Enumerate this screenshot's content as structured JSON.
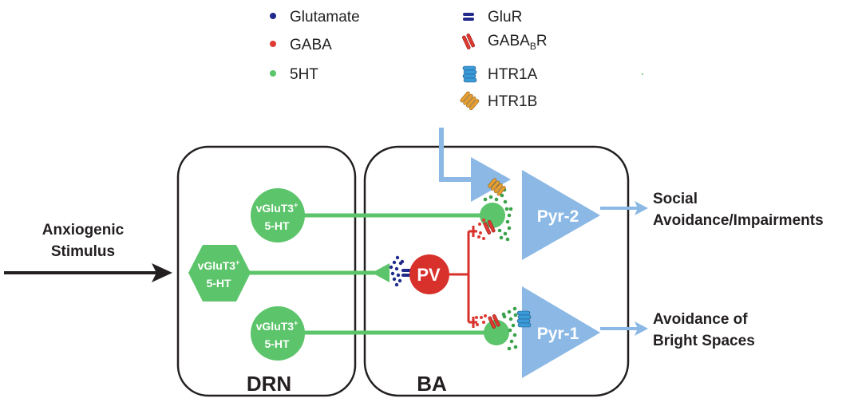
{
  "colors": {
    "glutamate": "#1f2a8a",
    "gaba": "#e03a32",
    "serotonin": "#5cc46a",
    "pyramidal": "#8bb8e4",
    "pv": "#d8302a",
    "htr1a": "#3b9ad8",
    "htr1b": "#e9a030",
    "outline": "#231f20"
  },
  "legend": {
    "ligands": [
      {
        "label": "Glutamate",
        "icon": "dot-icon",
        "color_key": "glutamate"
      },
      {
        "label": "GABA",
        "icon": "dot-icon",
        "color_key": "gaba"
      },
      {
        "label": "5HT",
        "icon": "dot-icon",
        "color_key": "serotonin"
      }
    ],
    "receptors": [
      {
        "label": "GluR",
        "icon": "glur-receptor-icon"
      },
      {
        "label": "GABA",
        "sub": "B",
        "suffix": "R",
        "icon": "gabab-receptor-icon"
      },
      {
        "label": "HTR1A",
        "icon": "htr1a-receptor-icon"
      },
      {
        "label": "HTR1B",
        "icon": "htr1b-receptor-icon"
      }
    ]
  },
  "input": {
    "line1": "Anxiogenic",
    "line2": "Stimulus"
  },
  "regions": {
    "drn": "DRN",
    "ba": "BA"
  },
  "drn_cells": [
    {
      "line1": "vGluT3",
      "sup": "+",
      "line2": "5-HT",
      "shape": "circle"
    },
    {
      "line1": "vGluT3",
      "sup": "+",
      "line2": "5-HT",
      "shape": "hexagon"
    },
    {
      "line1": "vGluT3",
      "sup": "+",
      "line2": "5-HT",
      "shape": "circle"
    }
  ],
  "ba_cells": {
    "pv": "PV",
    "pyr2": "Pyr-2",
    "pyr1": "Pyr-1"
  },
  "outputs": {
    "pyr2_line1": "Social",
    "pyr2_line2": "Avoidance/Impairments",
    "pyr1_line1": "Avoidance of",
    "pyr1_line2": "Bright Spaces"
  }
}
